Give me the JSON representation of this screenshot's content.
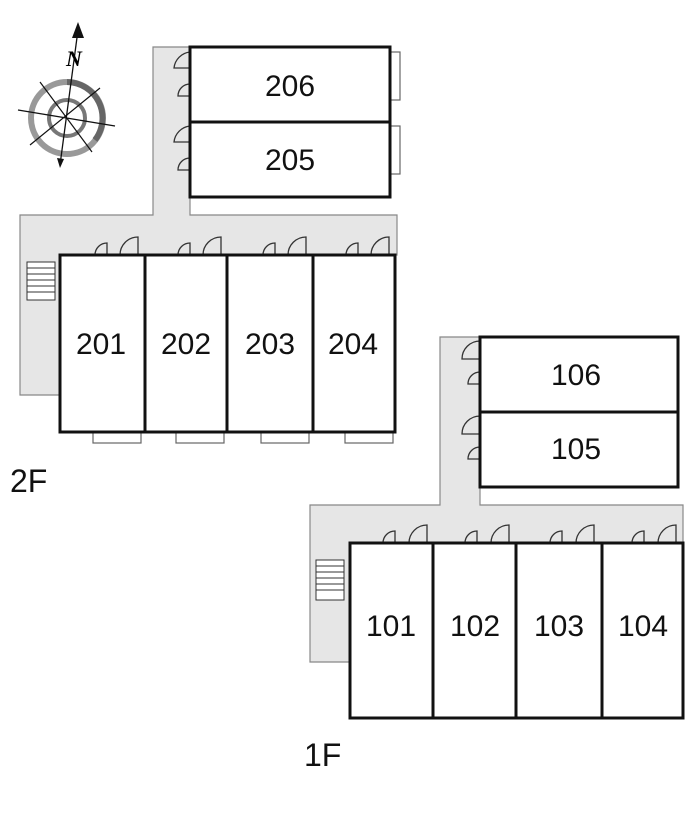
{
  "compass": {
    "north_label": "N"
  },
  "floors": [
    {
      "label": "2F",
      "units": [
        "201",
        "202",
        "203",
        "204",
        "205",
        "206"
      ]
    },
    {
      "label": "1F",
      "units": [
        "101",
        "102",
        "103",
        "104",
        "105",
        "106"
      ]
    }
  ]
}
